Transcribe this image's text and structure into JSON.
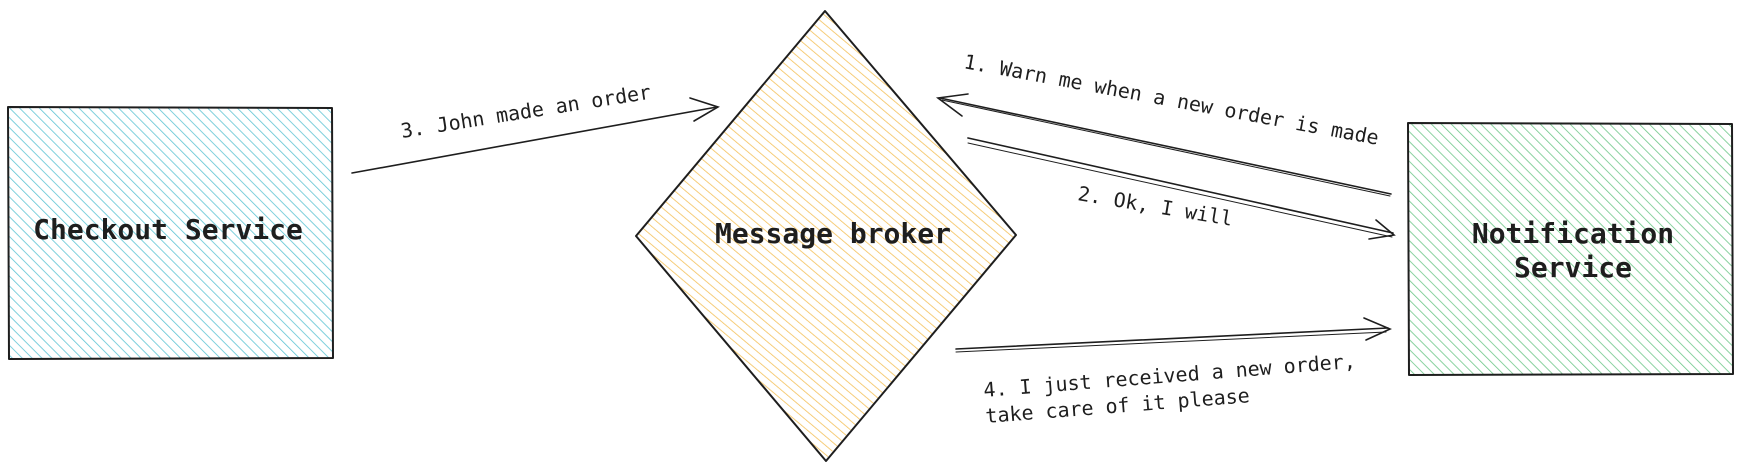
{
  "nodes": {
    "checkout": {
      "label": "Checkout Service",
      "color": "#5ec4d4"
    },
    "broker": {
      "label": "Message broker",
      "color": "#f4c15a"
    },
    "notification": {
      "label_line1": "Notification",
      "label_line2": "Service",
      "color": "#6cc788"
    }
  },
  "edges": {
    "step1": {
      "label": "1. Warn me when a new order is made"
    },
    "step2": {
      "label": "2. Ok, I will"
    },
    "step3": {
      "label": "3. John made an order"
    },
    "step4": {
      "label_line1": "4. I just received a new order,",
      "label_line2": "take care of it please"
    }
  }
}
